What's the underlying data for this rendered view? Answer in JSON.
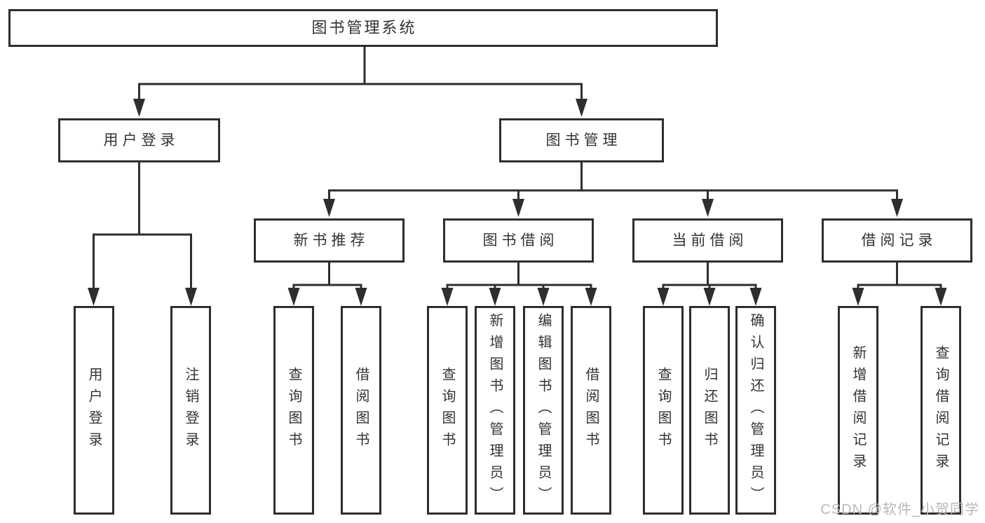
{
  "tree": {
    "root": {
      "label": "图书管理系统",
      "children": [
        {
          "label": "用户登录",
          "children": [
            {
              "label": "用户登录"
            },
            {
              "label": "注销登录"
            }
          ]
        },
        {
          "label": "图书管理",
          "children": [
            {
              "label": "新书推荐",
              "children": [
                {
                  "label": "查询图书"
                },
                {
                  "label": "借阅图书"
                }
              ]
            },
            {
              "label": "图书借阅",
              "children": [
                {
                  "label": "查询图书"
                },
                {
                  "label": "新增图书（管理员）"
                },
                {
                  "label": "编辑图书（管理员）"
                },
                {
                  "label": "借阅图书"
                }
              ]
            },
            {
              "label": "当前借阅",
              "children": [
                {
                  "label": "查询图书"
                },
                {
                  "label": "归还图书"
                },
                {
                  "label": "确认归还（管理员）"
                }
              ]
            },
            {
              "label": "借阅记录",
              "children": [
                {
                  "label": "新增借阅记录"
                },
                {
                  "label": "查询借阅记录"
                }
              ]
            }
          ]
        }
      ]
    }
  },
  "watermark": {
    "text": "CSDN @软件_小贺同学"
  },
  "colors": {
    "line": "#2e2e2e",
    "text": "#333333",
    "watermark": "#b9b9b9",
    "background": "#ffffff"
  }
}
